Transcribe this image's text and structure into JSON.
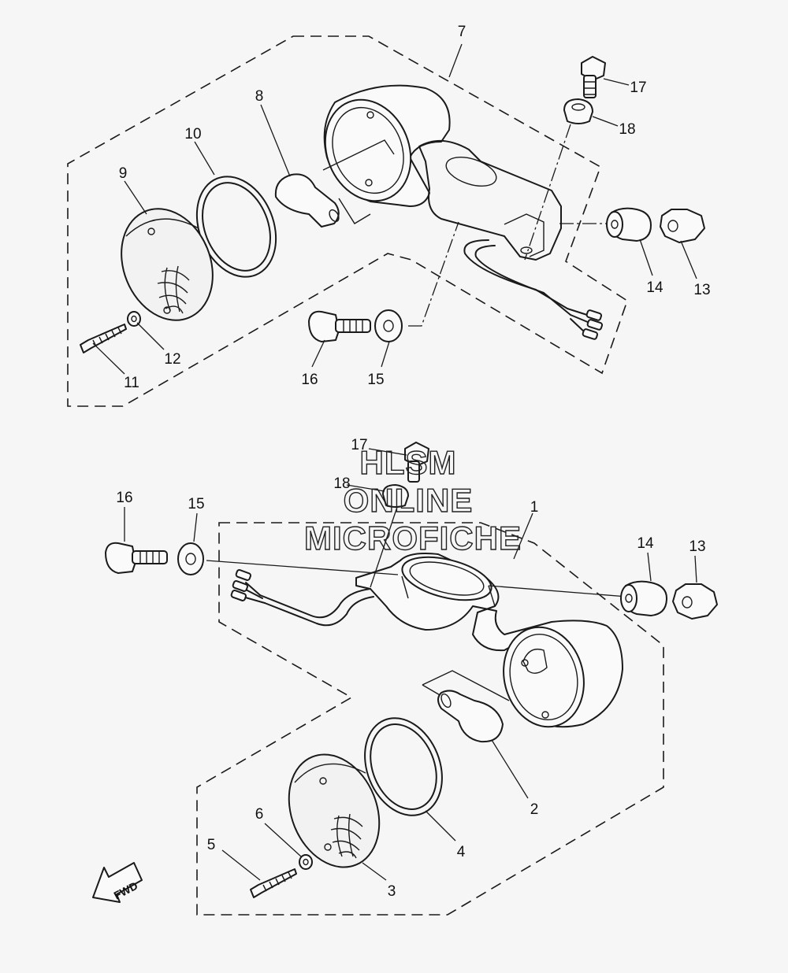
{
  "diagram": {
    "watermark": [
      "HLSM",
      "ONLINE",
      "MICROFICHE"
    ],
    "direction_label": "FWD",
    "upper_assembly": {
      "callouts": [
        "7",
        "8",
        "9",
        "10",
        "11",
        "12",
        "13",
        "14",
        "15",
        "16",
        "17",
        "18"
      ]
    },
    "lower_assembly": {
      "callouts": [
        "1",
        "2",
        "3",
        "4",
        "5",
        "6",
        "13",
        "14",
        "15",
        "16",
        "17",
        "18"
      ]
    }
  }
}
